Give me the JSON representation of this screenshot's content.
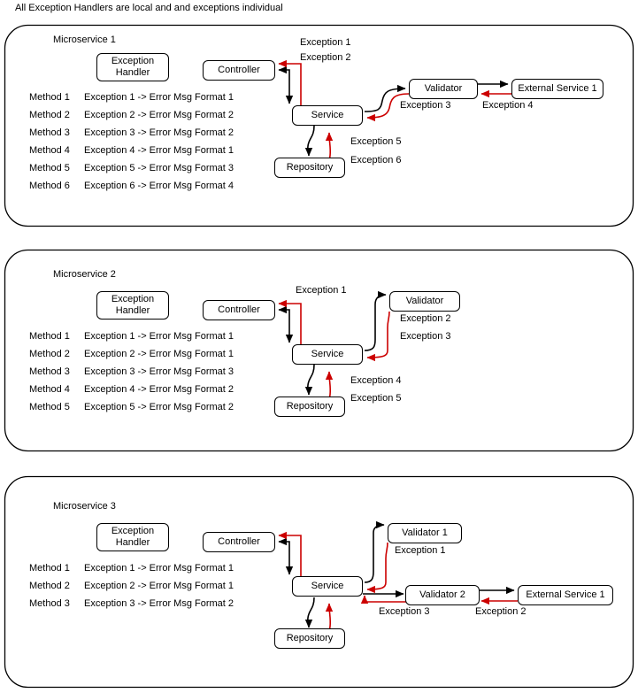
{
  "title": "All Exception Handlers are local and and exceptions individual",
  "colors": {
    "stroke_black": "#000000",
    "stroke_red": "#cc0000",
    "panel_border": "#000000",
    "background": "#ffffff"
  },
  "panels": [
    {
      "label": "Microservice 1",
      "nodes": {
        "exception_handler": "Exception Handler",
        "exception_handler_line1": "Exception",
        "exception_handler_line2": "Handler",
        "controller": "Controller",
        "service": "Service",
        "repository": "Repository",
        "validator": "Validator",
        "external_service": "External Service 1"
      },
      "edge_labels": [
        "Exception 1",
        "Exception 2",
        "Exception 3",
        "Exception 4",
        "Exception 5",
        "Exception 6"
      ],
      "methods": [
        {
          "method": "Method 1",
          "mapping": "Exception 1 -> Error Msg Format 1"
        },
        {
          "method": "Method 2",
          "mapping": "Exception 2 -> Error Msg Format 2"
        },
        {
          "method": "Method 3",
          "mapping": "Exception 3 -> Error Msg Format 2"
        },
        {
          "method": "Method 4",
          "mapping": "Exception 4 -> Error Msg Format 1"
        },
        {
          "method": "Method 5",
          "mapping": "Exception 5 -> Error Msg Format 3"
        },
        {
          "method": "Method 6",
          "mapping": "Exception 6 -> Error Msg Format 4"
        }
      ]
    },
    {
      "label": "Microservice 2",
      "nodes": {
        "exception_handler": "Exception Handler",
        "exception_handler_line1": "Exception",
        "exception_handler_line2": "Handler",
        "controller": "Controller",
        "service": "Service",
        "repository": "Repository",
        "validator": "Validator"
      },
      "edge_labels": [
        "Exception 1",
        "Exception 2",
        "Exception 3",
        "Exception 4",
        "Exception 5"
      ],
      "methods": [
        {
          "method": "Method 1",
          "mapping": "Exception 1 -> Error Msg Format 1"
        },
        {
          "method": "Method 2",
          "mapping": "Exception 2 -> Error Msg Format 1"
        },
        {
          "method": "Method 3",
          "mapping": "Exception 3 -> Error Msg Format 3"
        },
        {
          "method": "Method 4",
          "mapping": "Exception 4 -> Error Msg Format 2"
        },
        {
          "method": "Method 5",
          "mapping": "Exception 5 -> Error Msg Format 2"
        }
      ]
    },
    {
      "label": "Microservice 3",
      "nodes": {
        "exception_handler": "Exception Handler",
        "exception_handler_line1": "Exception",
        "exception_handler_line2": "Handler",
        "controller": "Controller",
        "service": "Service",
        "repository": "Repository",
        "validator1": "Validator 1",
        "validator2": "Validator 2",
        "external_service": "External Service 1"
      },
      "edge_labels": [
        "Exception 1",
        "Exception 2",
        "Exception 3"
      ],
      "methods": [
        {
          "method": "Method 1",
          "mapping": "Exception 1 -> Error Msg Format 1"
        },
        {
          "method": "Method 2",
          "mapping": "Exception 2 -> Error Msg Format 1"
        },
        {
          "method": "Method 3",
          "mapping": "Exception 3 -> Error Msg Format 2"
        }
      ]
    }
  ]
}
